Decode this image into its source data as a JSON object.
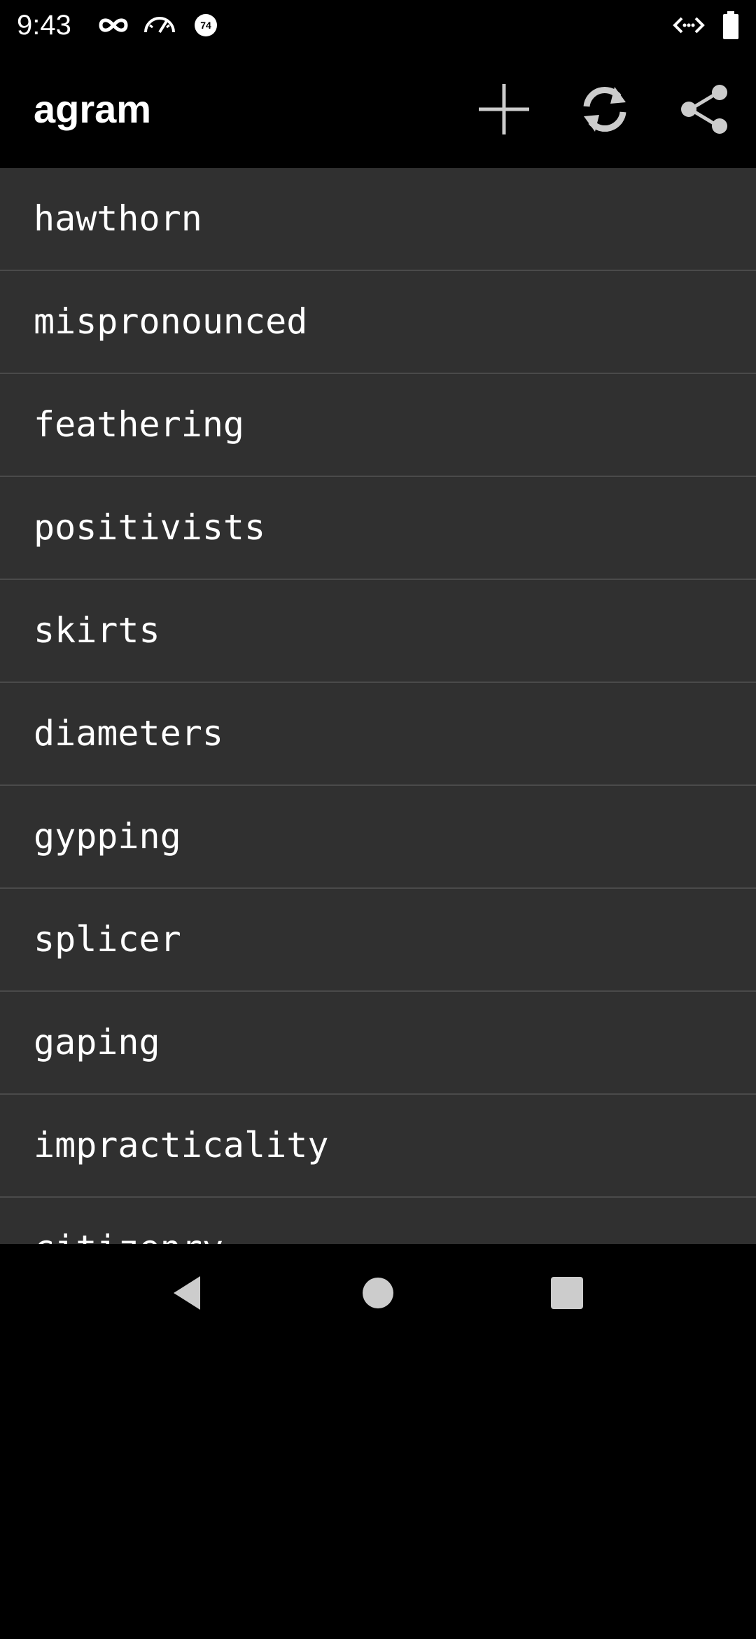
{
  "status_bar": {
    "time": "9:43",
    "notification_badge": "74",
    "icons": [
      "incognito-icon",
      "speedometer-icon",
      "notification-badge-icon",
      "code-icon",
      "battery-icon"
    ]
  },
  "app_bar": {
    "title": "agram",
    "actions": [
      "add-icon",
      "refresh-icon",
      "share-icon"
    ]
  },
  "words": [
    "hawthorn",
    "mispronounced",
    "feathering",
    "positivists",
    "skirts",
    "diameters",
    "gypping",
    "splicer",
    "gaping",
    "impracticality",
    "citizenry"
  ],
  "navigation": {
    "buttons": [
      "back-icon",
      "home-icon",
      "recents-icon"
    ]
  },
  "colors": {
    "background": "#000000",
    "list_background": "#303030",
    "divider": "#4a4a4a",
    "text": "#ffffff",
    "icon": "#cccccc"
  }
}
